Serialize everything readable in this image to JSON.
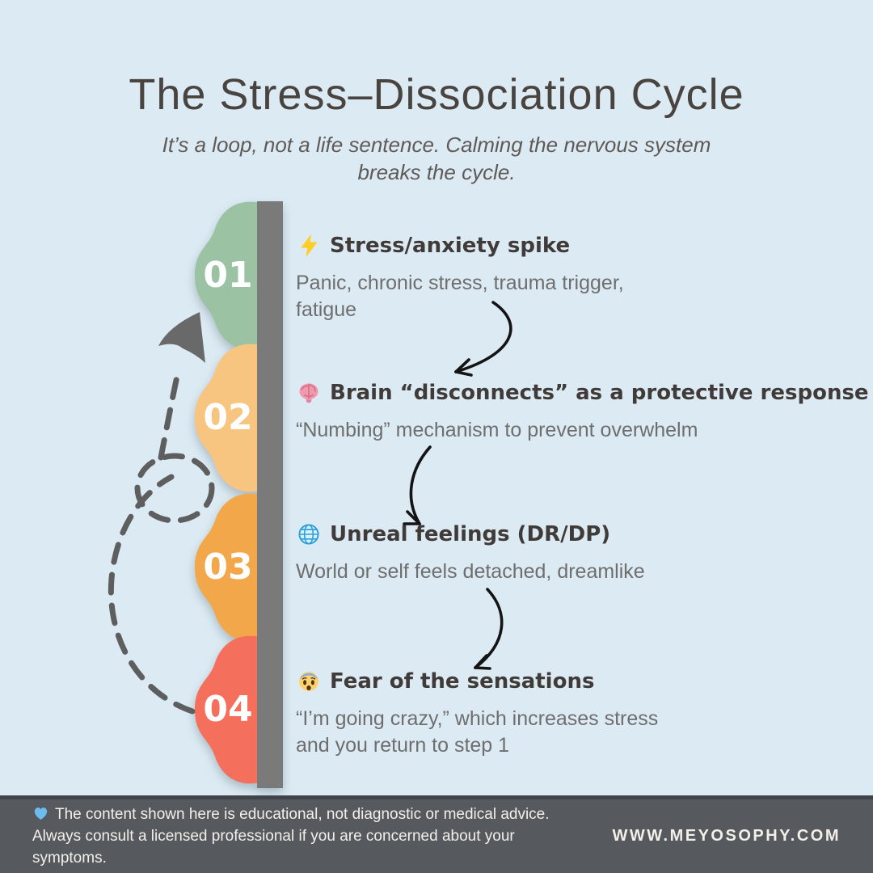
{
  "header": {
    "title": "The Stress–Dissociation Cycle",
    "subtitle": "It’s a loop, not a life sentence. Calming the nervous system breaks the cycle."
  },
  "steps": [
    {
      "number": "01",
      "icon": "lightning-icon",
      "title": "Stress/anxiety spike",
      "description": "Panic, chronic stress, trauma trigger, fatigue",
      "color": "#9cc2a4"
    },
    {
      "number": "02",
      "icon": "brain-icon",
      "title": "Brain “disconnects” as a protective response",
      "description": "“Numbing” mechanism to prevent overwhelm",
      "color": "#f8c581"
    },
    {
      "number": "03",
      "icon": "globe-icon",
      "title": "Unreal feelings (DR/DP)",
      "description": "World or self feels detached, dreamlike",
      "color": "#f3a74b"
    },
    {
      "number": "04",
      "icon": "fearful-face-icon",
      "title": "Fear of the sensations",
      "description": "“I’m going crazy,” which increases stress and you return to step 1",
      "color": "#f4705d"
    }
  ],
  "footer": {
    "icon": "blue-heart-icon",
    "disclaimer": "The content shown here is educational, not diagnostic or medical advice. Always consult a licensed professional if you are concerned about your symptoms.",
    "website": "WWW.MEYOSOPHY.COM"
  },
  "colors": {
    "background": "#dcebf3",
    "timeline_bar": "#7a7a7a",
    "loop_dash": "#5e5e5e",
    "loop_arrowhead": "#696969",
    "flow_arrow": "#141414",
    "title_text": "#4a4441",
    "body_text": "#6e6e6e",
    "footer_background": "#565a5e",
    "footer_text": "#f3efe9"
  }
}
